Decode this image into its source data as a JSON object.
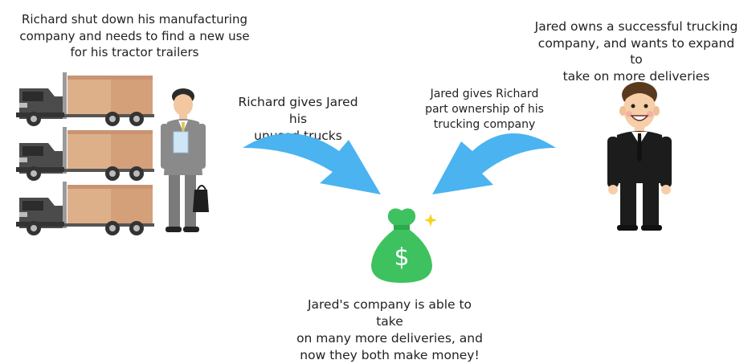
{
  "texts": {
    "richard_situation": "Richard shut down his  manufacturing\ncompany and needs to find a new use\nfor his tractor trailers",
    "jared_situation": "Jared owns a successful trucking\ncompany, and wants to expand to\ntake on more deliveries",
    "richard_gives": "Richard gives Jared his\nunused trucks",
    "jared_gives": "Jared gives Richard\npart ownership of his\ntrucking company",
    "outcome": "Jared's company is able to take\non many more deliveries, and\nnow they both make money!"
  },
  "money_bag": {
    "symbol": "$"
  },
  "colors": {
    "arrow": "#4ab3f0",
    "money_bag": "#3ec25f",
    "trailer": "#deb089",
    "truck_cab": "#4b4b4b",
    "sparkle": "#f5d31c"
  },
  "icons": [
    "truck-icon",
    "businessman-icon",
    "money-bag-icon",
    "curved-arrow-icon",
    "sparkle-icon"
  ]
}
